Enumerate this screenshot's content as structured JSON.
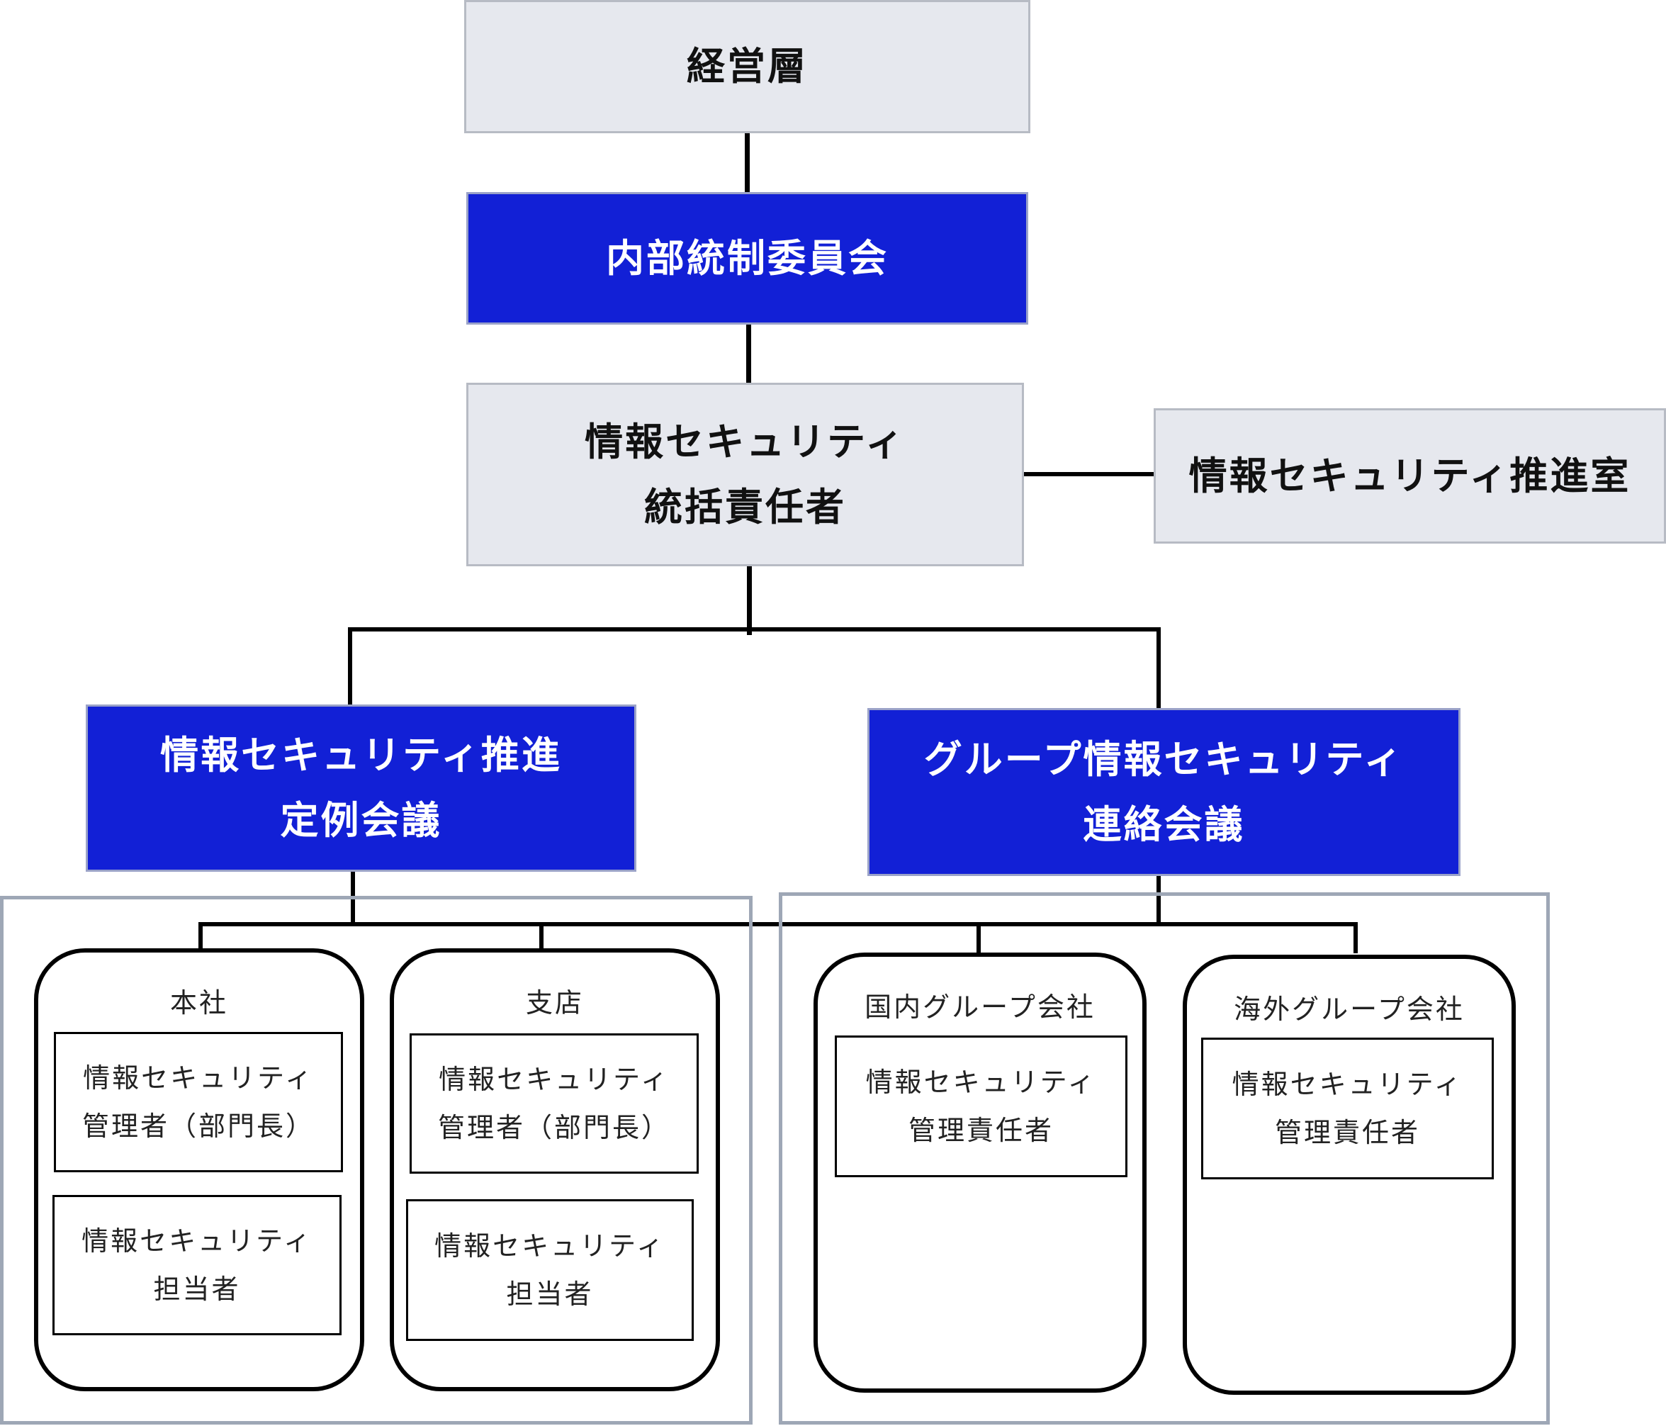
{
  "nodes": {
    "management": "経営層",
    "internal_control_committee": "内部統制委員会",
    "ciso": {
      "line1": "情報セキュリティ",
      "line2": "統括責任者"
    },
    "promotion_office": "情報セキュリティ推進室",
    "promotion_meeting": {
      "line1": "情報セキュリティ推進",
      "line2": "定例会議"
    },
    "group_liaison_meeting": {
      "line1": "グループ情報セキュリティ",
      "line2": "連絡会議"
    }
  },
  "units": [
    {
      "label": "本社",
      "roles": [
        {
          "line1": "情報セキュリティ",
          "line2": "管理者（部門長）"
        },
        {
          "line1": "情報セキュリティ",
          "line2": "担当者"
        }
      ]
    },
    {
      "label": "支店",
      "roles": [
        {
          "line1": "情報セキュリティ",
          "line2": "管理者（部門長）"
        },
        {
          "line1": "情報セキュリティ",
          "line2": "担当者"
        }
      ]
    },
    {
      "label": "国内グループ会社",
      "roles": [
        {
          "line1": "情報セキュリティ",
          "line2": "管理責任者"
        }
      ]
    },
    {
      "label": "海外グループ会社",
      "roles": [
        {
          "line1": "情報セキュリティ",
          "line2": "管理責任者"
        }
      ]
    }
  ],
  "colors": {
    "primary_blue": "#1220d6",
    "neutral_gray": "#e6e8ee",
    "group_border": "#9ea7b6"
  }
}
